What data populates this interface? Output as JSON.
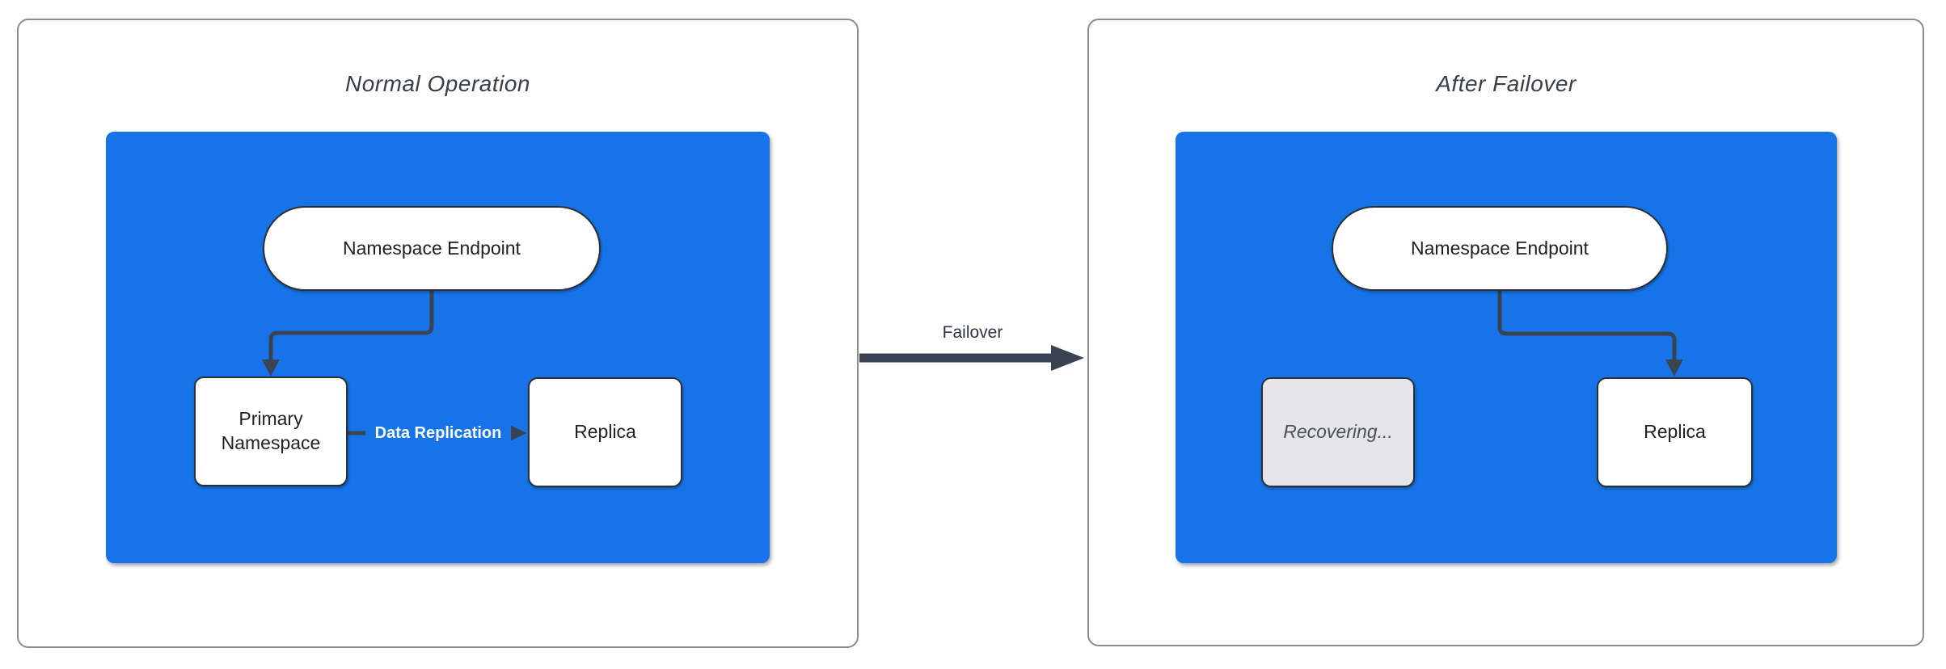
{
  "panels": [
    {
      "title": "Normal Operation",
      "nodes": [
        {
          "id": "endpoint",
          "label": "Namespace Endpoint",
          "shape": "stadium",
          "state": "active"
        },
        {
          "id": "primary",
          "label": "Primary Namespace",
          "shape": "rect",
          "state": "active"
        },
        {
          "id": "replica",
          "label": "Replica",
          "shape": "rect",
          "state": "active"
        }
      ],
      "edges": [
        {
          "from": "endpoint",
          "to": "primary",
          "label": ""
        },
        {
          "from": "primary",
          "to": "replica",
          "label": "Data Replication"
        }
      ]
    },
    {
      "title": "After Failover",
      "nodes": [
        {
          "id": "endpoint",
          "label": "Namespace Endpoint",
          "shape": "stadium",
          "state": "active"
        },
        {
          "id": "recovering",
          "label": "Recovering...",
          "shape": "rect",
          "state": "inactive"
        },
        {
          "id": "replica",
          "label": "Replica",
          "shape": "rect",
          "state": "active"
        }
      ],
      "edges": [
        {
          "from": "endpoint",
          "to": "replica",
          "label": ""
        }
      ]
    }
  ],
  "transition": {
    "label": "Failover"
  },
  "colors": {
    "cluster-fill": "#1774E8",
    "node-fill": "#ffffff",
    "node-border": "#2b2f36",
    "inactive-fill": "#e6e6e9",
    "inactive-text": "#4a5058",
    "edge": "#3a4351",
    "edge-label-text": "#ffffff",
    "panel-border": "#8c8c8c",
    "title-text": "#3a3f45",
    "node-text": "#1d2025",
    "transition-label-text": "#2e3440"
  }
}
